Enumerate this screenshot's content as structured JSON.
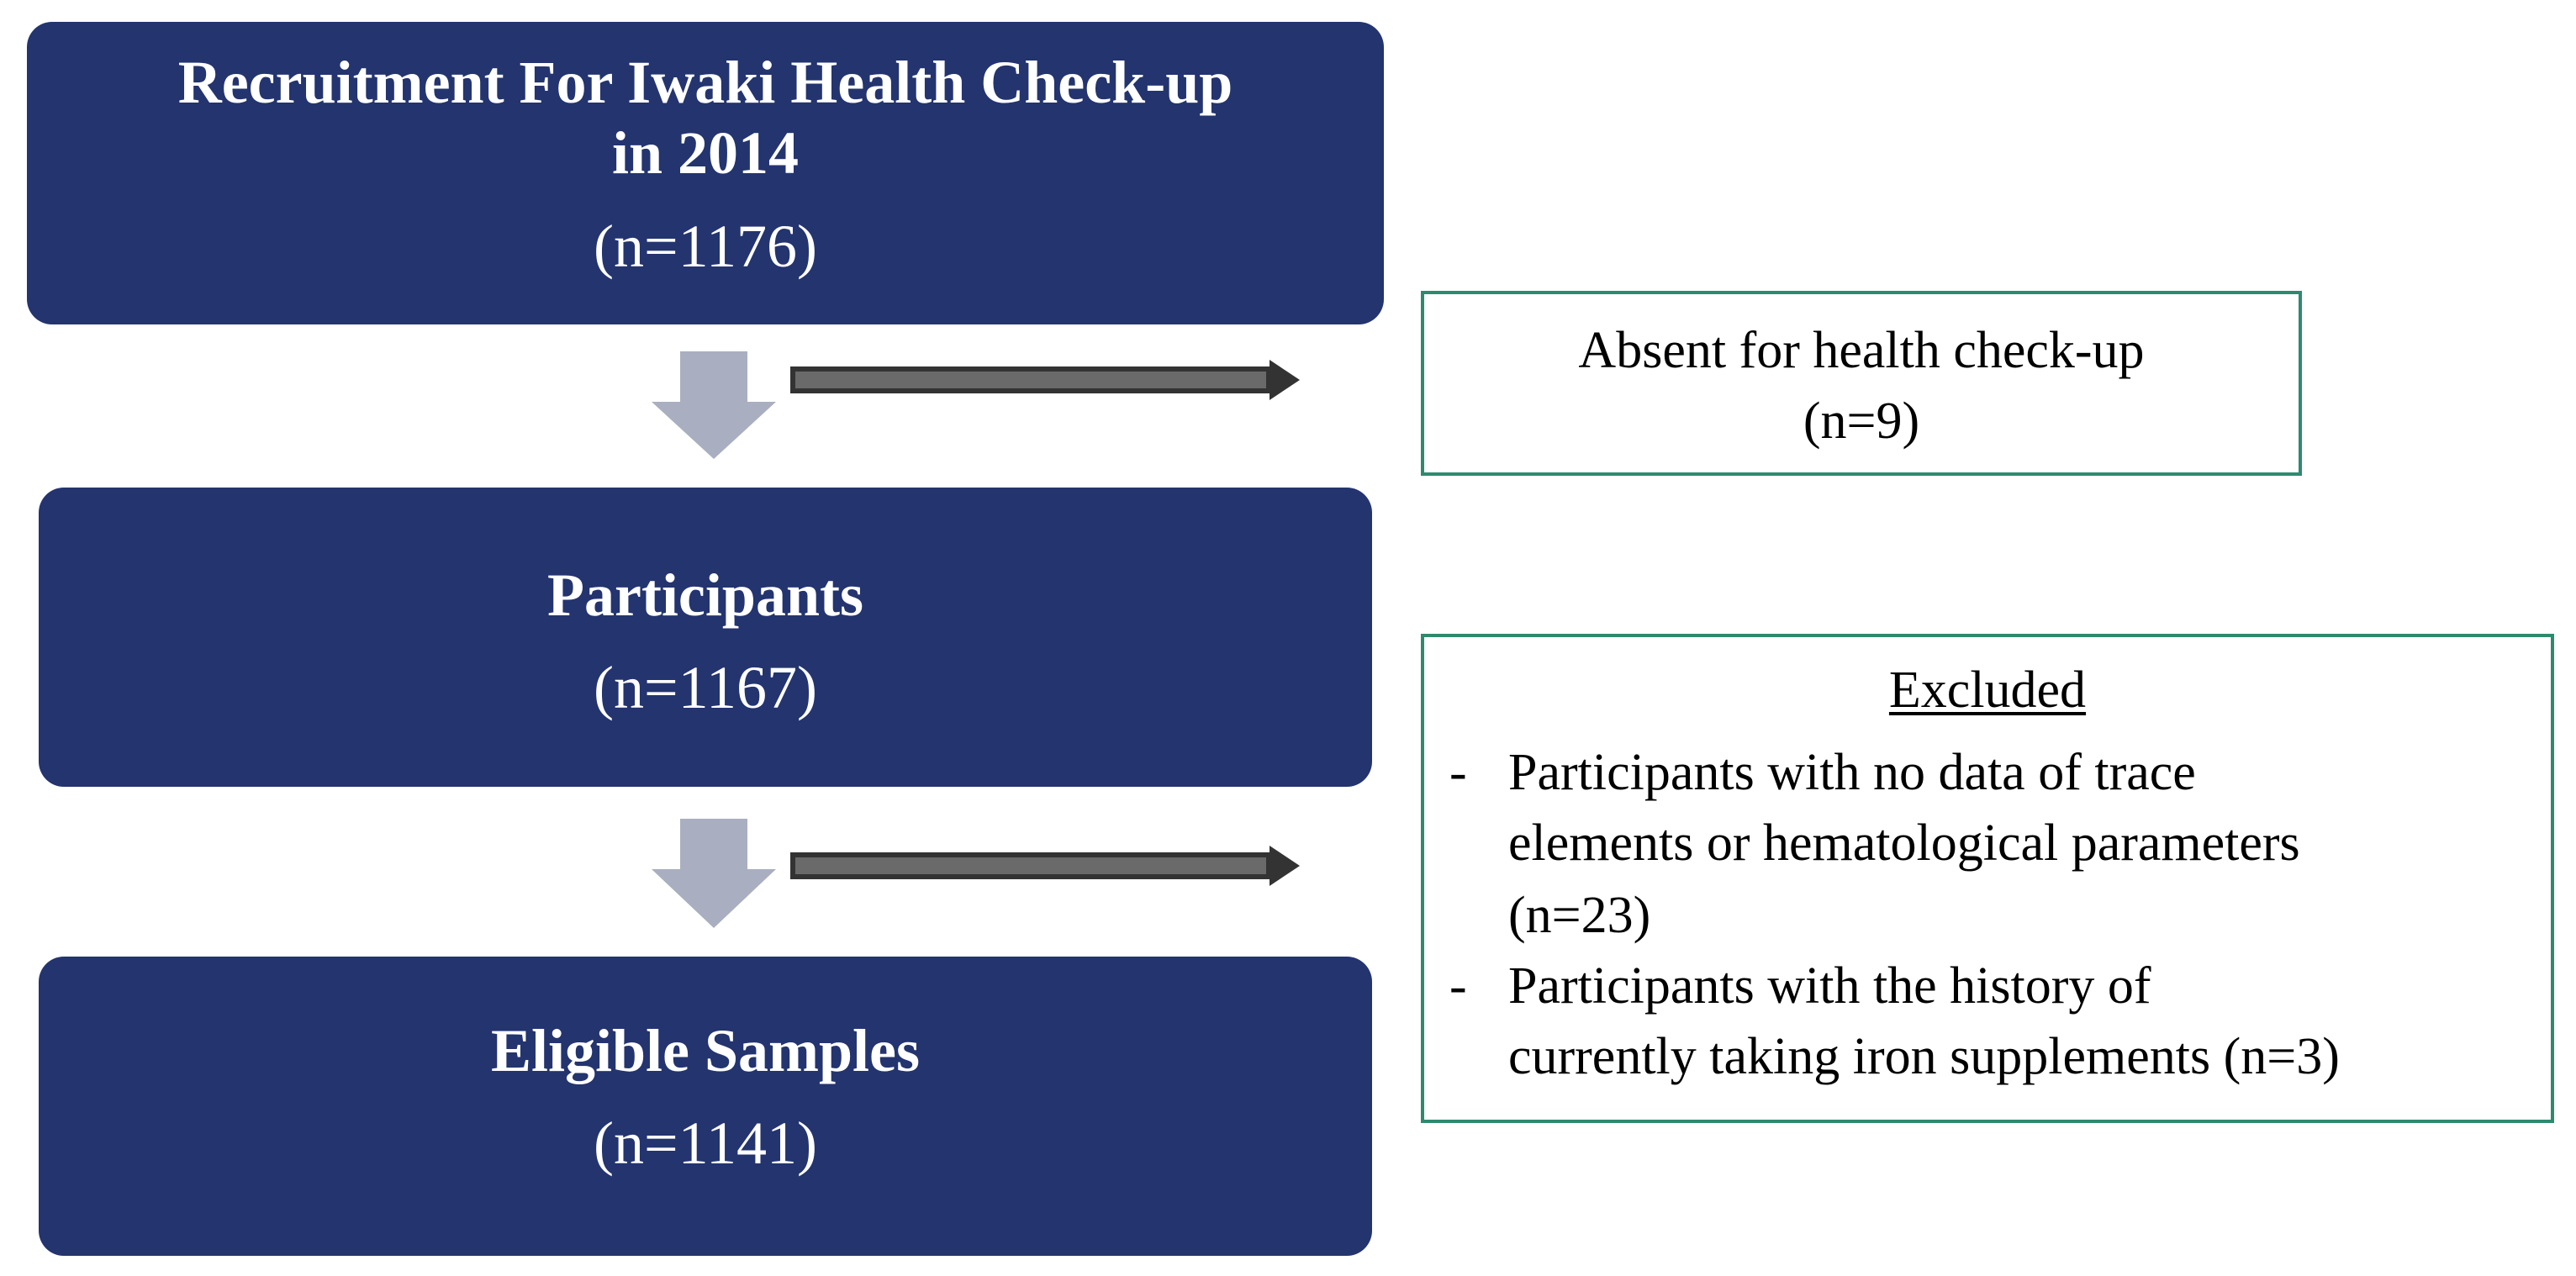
{
  "boxes": {
    "recruitment": {
      "title_line1": "Recruitment For Iwaki Health Check-up",
      "title_line2": "in 2014",
      "count": "(n=1176)"
    },
    "participants": {
      "title": "Participants",
      "count": "(n=1167)"
    },
    "eligible": {
      "title": "Eligible Samples",
      "count": "(n=1141)"
    }
  },
  "exclusions": {
    "absent": {
      "line1": "Absent for health check-up",
      "line2": "(n=9)"
    },
    "excluded": {
      "heading": "Excluded",
      "bullet": "-",
      "item1_line1": "Participants with no data of trace",
      "item1_line2": "elements or hematological parameters",
      "item1_line3": "(n=23)",
      "item2_line1": "Participants with the history of",
      "item2_line2": "currently taking iron supplements (n=3)"
    }
  },
  "colors": {
    "box_fill": "#23346f",
    "box_text": "#ffffff",
    "exclusion_border": "#2e8a6e",
    "down_arrow": "#a9afc0",
    "side_arrow": "#333333"
  }
}
